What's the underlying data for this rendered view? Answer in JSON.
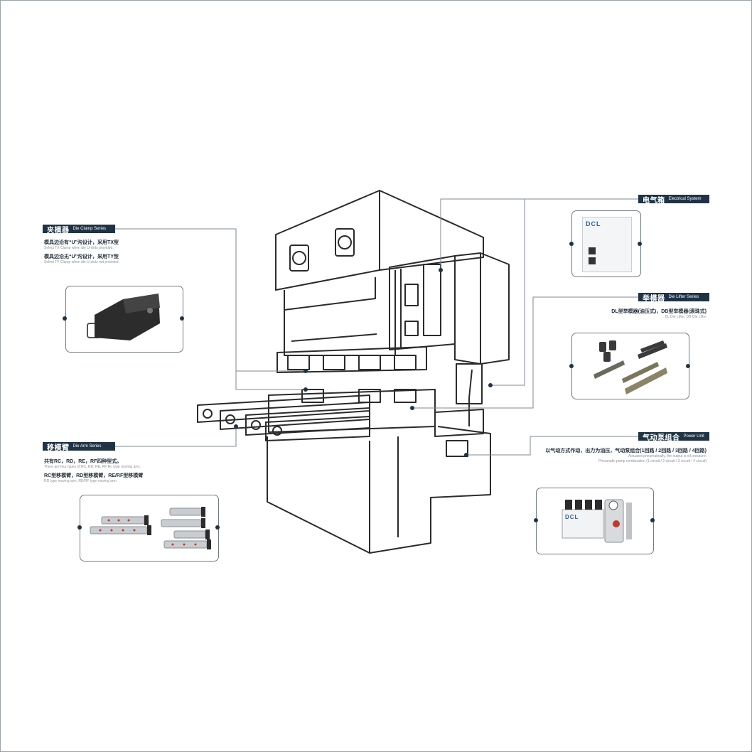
{
  "callouts": {
    "die_clamp": {
      "title_cn": "夹模器",
      "title_en": "Die Clamp Series",
      "lines": [
        {
          "cn": "模具边沿有“U”沟设计，采用TX型",
          "en": "Select TX Clamp when die U-slots provided."
        },
        {
          "cn": "模具边沿无“U”沟设计，采用TY型",
          "en": "Select TY Clamp when die U-slots not provided."
        }
      ]
    },
    "electrical": {
      "title_cn": "电气箱",
      "title_en": "Electrical System",
      "box_logo": "DCL"
    },
    "die_lifter": {
      "title_cn": "举模器",
      "title_en": "Die Lifter Series",
      "lines": [
        {
          "cn": "DL型举模器(油压式)，DB型举模器(滚珠式)",
          "en": "DL Die Lifter, DB Die Lifter"
        }
      ]
    },
    "die_arm": {
      "title_cn": "移模臂",
      "title_en": "Die Arm Series",
      "lines": [
        {
          "cn": "共有RC，RD，RE，RF四种型式。",
          "en": "There are four types of RC, RD, RE, RF Rc type moving arm,"
        },
        {
          "cn": "RC型移模臂，RD型移模臂，RE/RF型移模臂",
          "en": "RD type moving arm, RE/RF type moving arm"
        }
      ]
    },
    "power_unit": {
      "title_cn": "气动泵组合",
      "title_en": "Power Unit",
      "lines": [
        {
          "cn": "以气动方式作动，出力为油压，气动泵组合(1回路 / 2回路 / 3回路 / 4回路)",
          "en": "Actuated pneumatically, the output is oil pressure."
        },
        {
          "cn": "",
          "en": "Pneumatic pump combination (1 circuit / 2 circuit / 3 circuit / 4 circuit)"
        }
      ],
      "box_logo": "DCL"
    }
  },
  "colors": {
    "navy": "#1f3345",
    "line": "#7d8a96",
    "machine": "#2b2b2b",
    "frame": "#9aa3ab"
  }
}
